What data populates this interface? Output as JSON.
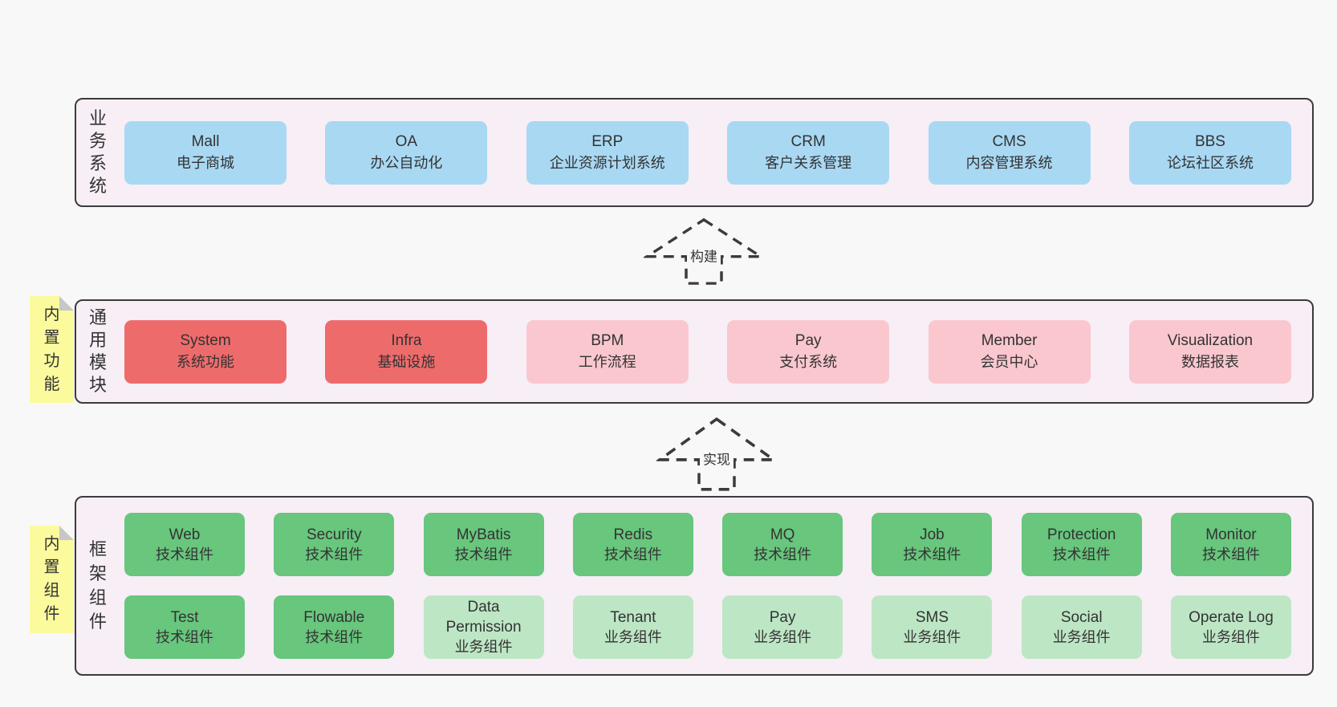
{
  "colors": {
    "page_bg": "#f8f8f8",
    "section_bg": "#f7eef6",
    "section_border": "#3b3b3b",
    "box_blue": "#a9d8f3",
    "box_red": "#ee6b6c",
    "box_pink": "#fac7ce",
    "box_green": "#68c67d",
    "box_light_green": "#bde6c5",
    "note_yellow": "#fbfb9d",
    "note_fold_gray": "#c7c7c7",
    "text": "#333333"
  },
  "sections": {
    "business": {
      "label": "业务系统",
      "boxes": [
        {
          "name": "Mall",
          "desc": "电子商城"
        },
        {
          "name": "OA",
          "desc": "办公自动化"
        },
        {
          "name": "ERP",
          "desc": "企业资源计划系统"
        },
        {
          "name": "CRM",
          "desc": "客户关系管理"
        },
        {
          "name": "CMS",
          "desc": "内容管理系统"
        },
        {
          "name": "BBS",
          "desc": "论坛社区系统"
        }
      ]
    },
    "modules": {
      "label": "通用模块",
      "note": "内置功能",
      "boxes": [
        {
          "name": "System",
          "desc": "系统功能"
        },
        {
          "name": "Infra",
          "desc": "基础设施"
        },
        {
          "name": "BPM",
          "desc": "工作流程"
        },
        {
          "name": "Pay",
          "desc": "支付系统"
        },
        {
          "name": "Member",
          "desc": "会员中心"
        },
        {
          "name": "Visualization",
          "desc": "数据报表"
        }
      ]
    },
    "framework": {
      "label": "框架组件",
      "note": "内置组件",
      "row1": [
        {
          "name": "Web",
          "desc": "技术组件"
        },
        {
          "name": "Security",
          "desc": "技术组件"
        },
        {
          "name": "MyBatis",
          "desc": "技术组件"
        },
        {
          "name": "Redis",
          "desc": "技术组件"
        },
        {
          "name": "MQ",
          "desc": "技术组件"
        },
        {
          "name": "Job",
          "desc": "技术组件"
        },
        {
          "name": "Protection",
          "desc": "技术组件"
        },
        {
          "name": "Monitor",
          "desc": "技术组件"
        }
      ],
      "row2": [
        {
          "name": "Test",
          "desc": "技术组件"
        },
        {
          "name": "Flowable",
          "desc": "技术组件"
        },
        {
          "name": "Data Permission",
          "desc": "业务组件"
        },
        {
          "name": "Tenant",
          "desc": "业务组件"
        },
        {
          "name": "Pay",
          "desc": "业务组件"
        },
        {
          "name": "SMS",
          "desc": "业务组件"
        },
        {
          "name": "Social",
          "desc": "业务组件"
        },
        {
          "name": "Operate Log",
          "desc": "业务组件"
        }
      ]
    }
  },
  "arrows": {
    "build": "构建",
    "implement": "实现"
  }
}
